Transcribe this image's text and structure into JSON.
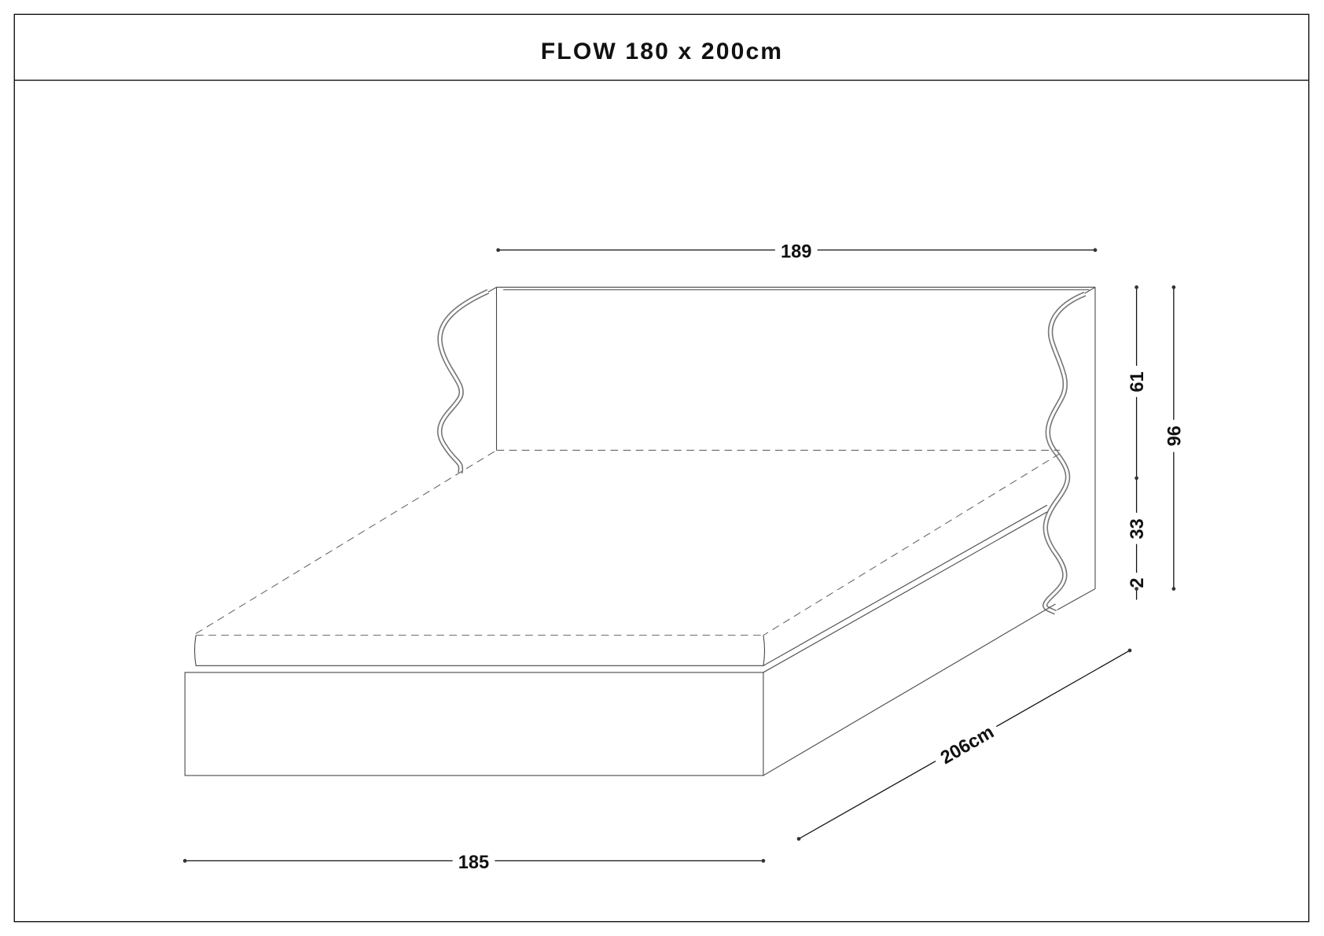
{
  "title": "FLOW 180 x 200cm",
  "dimensions": {
    "headboard_width": "189",
    "base_width": "185",
    "length": "206cm",
    "headboard_height": "61",
    "base_height": "33",
    "leg_height": "2",
    "total_height": "96"
  }
}
